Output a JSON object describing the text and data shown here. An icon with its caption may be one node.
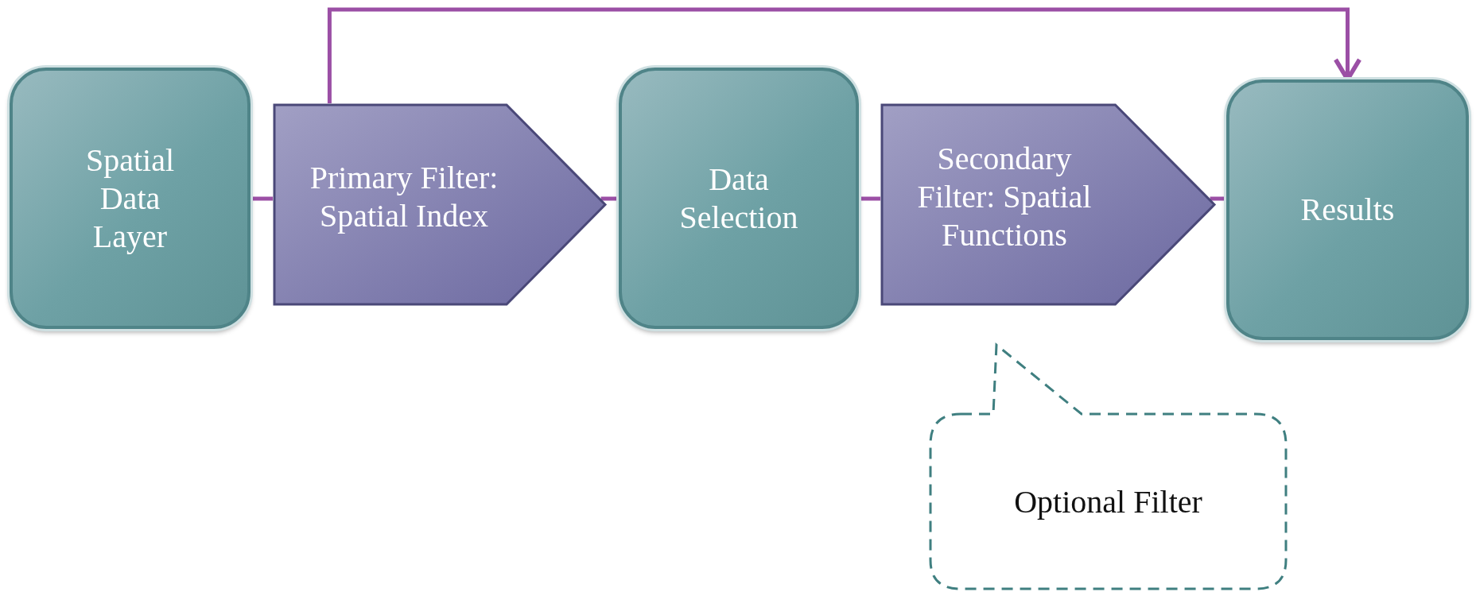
{
  "diagram": {
    "nodes": [
      {
        "text": [
          "Spatial Data Layer"
        ]
      },
      {
        "text": [
          "Primary Filter: Spatial Index"
        ]
      },
      {
        "text": [
          "Data Selection"
        ]
      },
      {
        "text": [
          "Secondary Filter: Spatial Functions"
        ]
      },
      {
        "text": [
          "Results"
        ]
      },
      {
        "text": [
          "Optional Filter"
        ]
      }
    ],
    "edges": [
      {
        "from": 0,
        "to": 1,
        "arrow": "none"
      },
      {
        "from": 1,
        "to": 2,
        "arrow": "none"
      },
      {
        "from": 2,
        "to": 3,
        "arrow": "none"
      },
      {
        "from": 3,
        "to": 4,
        "arrow": "none"
      },
      {
        "from": 1,
        "to": 4,
        "arrow": "to"
      }
    ]
  }
}
